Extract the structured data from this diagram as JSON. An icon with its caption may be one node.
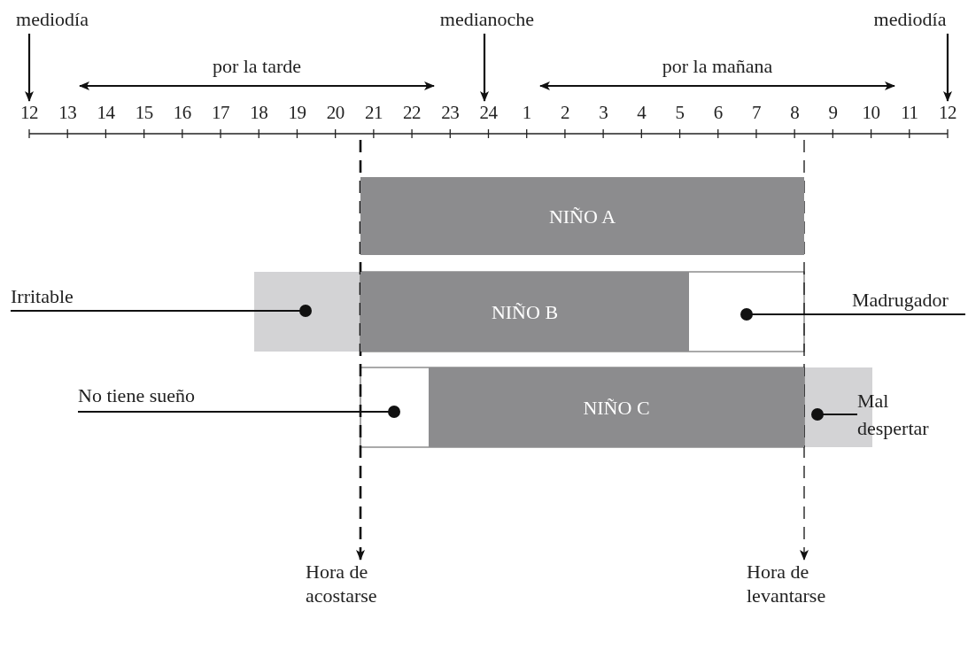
{
  "diagram": {
    "nodes": [
      {
        "text": [
          "mediodía"
        ]
      },
      {
        "text": [
          "medianoche"
        ]
      },
      {
        "text": [
          "mediodía"
        ]
      },
      {
        "text": [
          "NIÑO A"
        ]
      },
      {
        "text": [
          "Irritable"
        ]
      },
      {
        "text": [],
        "shape": "box"
      },
      {
        "text": [
          "NIÑO B"
        ]
      },
      {
        "text": [
          "Madrugador"
        ]
      },
      {
        "text": [
          "No tiene sueño"
        ]
      },
      {
        "text": [
          "NIÑO C"
        ]
      },
      {
        "text": [],
        "shape": "box"
      },
      {
        "text": [
          "Mal despertar"
        ]
      },
      {
        "text": [
          "Hora de acostarse"
        ]
      },
      {
        "text": [
          "Hora de levantarse"
        ]
      },
      {
        "text": [
          "12"
        ]
      },
      {
        "text": [
          "24"
        ]
      },
      {
        "text": [
          "12"
        ]
      }
    ],
    "edges": [
      {
        "from": 0,
        "to": 14,
        "arrow": "to"
      },
      {
        "from": 1,
        "to": 15,
        "arrow": "to"
      },
      {
        "from": 2,
        "to": 16,
        "arrow": "to"
      },
      {
        "from": 4,
        "to": 5,
        "arrow": "other"
      },
      {
        "from": 7,
        "to": null,
        "arrow": "other"
      },
      {
        "from": 8,
        "to": null,
        "arrow": "other"
      },
      {
        "from": 11,
        "to": 10,
        "arrow": "other"
      },
      {
        "from": null,
        "to": 12,
        "arrow": "to",
        "style": "dashed"
      },
      {
        "from": null,
        "to": 13,
        "arrow": "to",
        "style": "dashed"
      }
    ],
    "labels": [
      "por la tarde",
      "por la mañana",
      "13",
      "14",
      "15",
      "16",
      "17",
      "18",
      "19",
      "20",
      "21",
      "22",
      "23",
      "1",
      "2",
      "3",
      "4",
      "5",
      "6",
      "7",
      "8",
      "9",
      "10",
      "11"
    ]
  }
}
